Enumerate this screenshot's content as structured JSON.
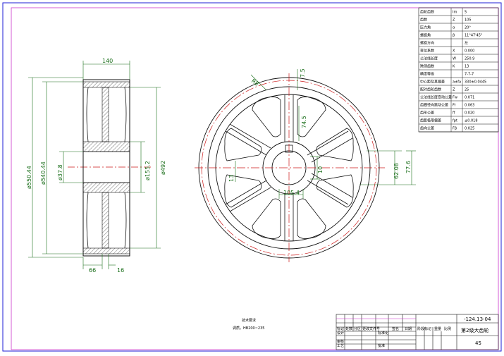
{
  "drawing": {
    "dimensions": {
      "width_top": "140",
      "diam_outer": "ø550.44",
      "diam_root": "ø540.44",
      "bore": "ø37.8",
      "hub": "ø155.2",
      "rim_inner": "ø492",
      "hub_width": "66",
      "web": "16",
      "r_fillet": "R8",
      "t75": "7.5",
      "t74": "74.5",
      "t13": "13",
      "t10": "10",
      "key_width": "10",
      "t105": "105.4",
      "t6208": "62.08",
      "t776": "77.6"
    },
    "notes": {
      "line1": "技术要求",
      "line2": "调质，HB200~235"
    }
  },
  "params": [
    {
      "name": "齿轮齿数",
      "sym": "Im",
      "val": "5"
    },
    {
      "name": "齿数",
      "sym": "Z",
      "val": "105"
    },
    {
      "name": "压力角",
      "sym": "α",
      "val": "20°"
    },
    {
      "name": "螺旋角",
      "sym": "β",
      "val": "11°47'45\""
    },
    {
      "name": "螺旋方向",
      "sym": "",
      "val": "左"
    },
    {
      "name": "变位系数",
      "sym": "X",
      "val": "0.000"
    },
    {
      "name": "公法线长度",
      "sym": "W",
      "val": "250.9"
    },
    {
      "name": "跨测齿数",
      "sym": "K",
      "val": "13"
    },
    {
      "name": "精度等级",
      "sym": "",
      "val": "7-7-7"
    },
    {
      "name": "中心距及其偏差",
      "sym": "a±fa",
      "val": "330±0.0445"
    },
    {
      "name": "配对齿轮齿数",
      "sym": "Z",
      "val": "25"
    },
    {
      "name": "公法线长度变动公差",
      "sym": "Fw",
      "val": "0.071"
    },
    {
      "name": "齿圈径向跳动公差",
      "sym": "Fr",
      "val": "0.063"
    },
    {
      "name": "齿形公差",
      "sym": "ff",
      "val": "0.020"
    },
    {
      "name": "齿距极限偏差",
      "sym": "fpt",
      "val": "±0.018"
    },
    {
      "name": "齿向公差",
      "sym": "Fβ",
      "val": "0.025"
    }
  ],
  "title_block": {
    "code": "-124.13-04",
    "name": "第2级大齿轮",
    "material": "45",
    "labels": {
      "mark": "标记",
      "count": "处数",
      "zone": "分区",
      "doc": "更改文件号",
      "sign": "签名",
      "date": "日期",
      "design": "设计",
      "check": "审核",
      "craft": "工艺",
      "approve": "批准",
      "std": "标准化",
      "stage": "阶段标记",
      "weight": "重量",
      "scale": "比例"
    }
  },
  "colors": {
    "frame": "#1d1dd6",
    "outline": "#111111",
    "dimension": "#1a6e1a",
    "center": "#cc1a1a"
  }
}
